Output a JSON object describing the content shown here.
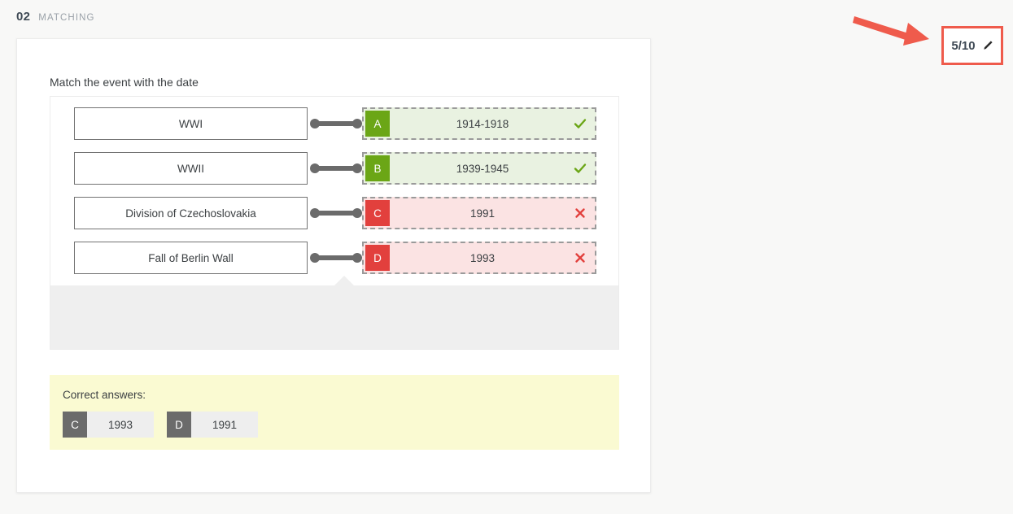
{
  "header": {
    "number": "02",
    "type": "MATCHING"
  },
  "score_badge": {
    "value": "5/10",
    "edit_icon": "pencil-icon",
    "border_color": "#ef5b4c"
  },
  "annotation": {
    "arrow_icon": "arrow-right-icon",
    "color": "#ef5b4c"
  },
  "question": {
    "prompt": "Match the event with the date",
    "rows": [
      {
        "event": "WWI",
        "letter": "A",
        "answer": "1914-1918",
        "status": "correct",
        "mark_icon": "check-icon",
        "letter_color": "#6ba616",
        "bg_color": "#e9f2e1"
      },
      {
        "event": "WWII",
        "letter": "B",
        "answer": "1939-1945",
        "status": "correct",
        "mark_icon": "check-icon",
        "letter_color": "#6ba616",
        "bg_color": "#e9f2e1"
      },
      {
        "event": "Division of Czechoslovakia",
        "letter": "C",
        "answer": "1991",
        "status": "incorrect",
        "mark_icon": "cross-icon",
        "letter_color": "#e2403d",
        "bg_color": "#fbe3e3"
      },
      {
        "event": "Fall of Berlin Wall",
        "letter": "D",
        "answer": "1993",
        "status": "incorrect",
        "mark_icon": "cross-icon",
        "letter_color": "#e2403d",
        "bg_color": "#fbe3e3"
      }
    ]
  },
  "correct_answers": {
    "title": "Correct answers:",
    "items": [
      {
        "letter": "C",
        "value": "1993"
      },
      {
        "letter": "D",
        "value": "1991"
      }
    ]
  }
}
